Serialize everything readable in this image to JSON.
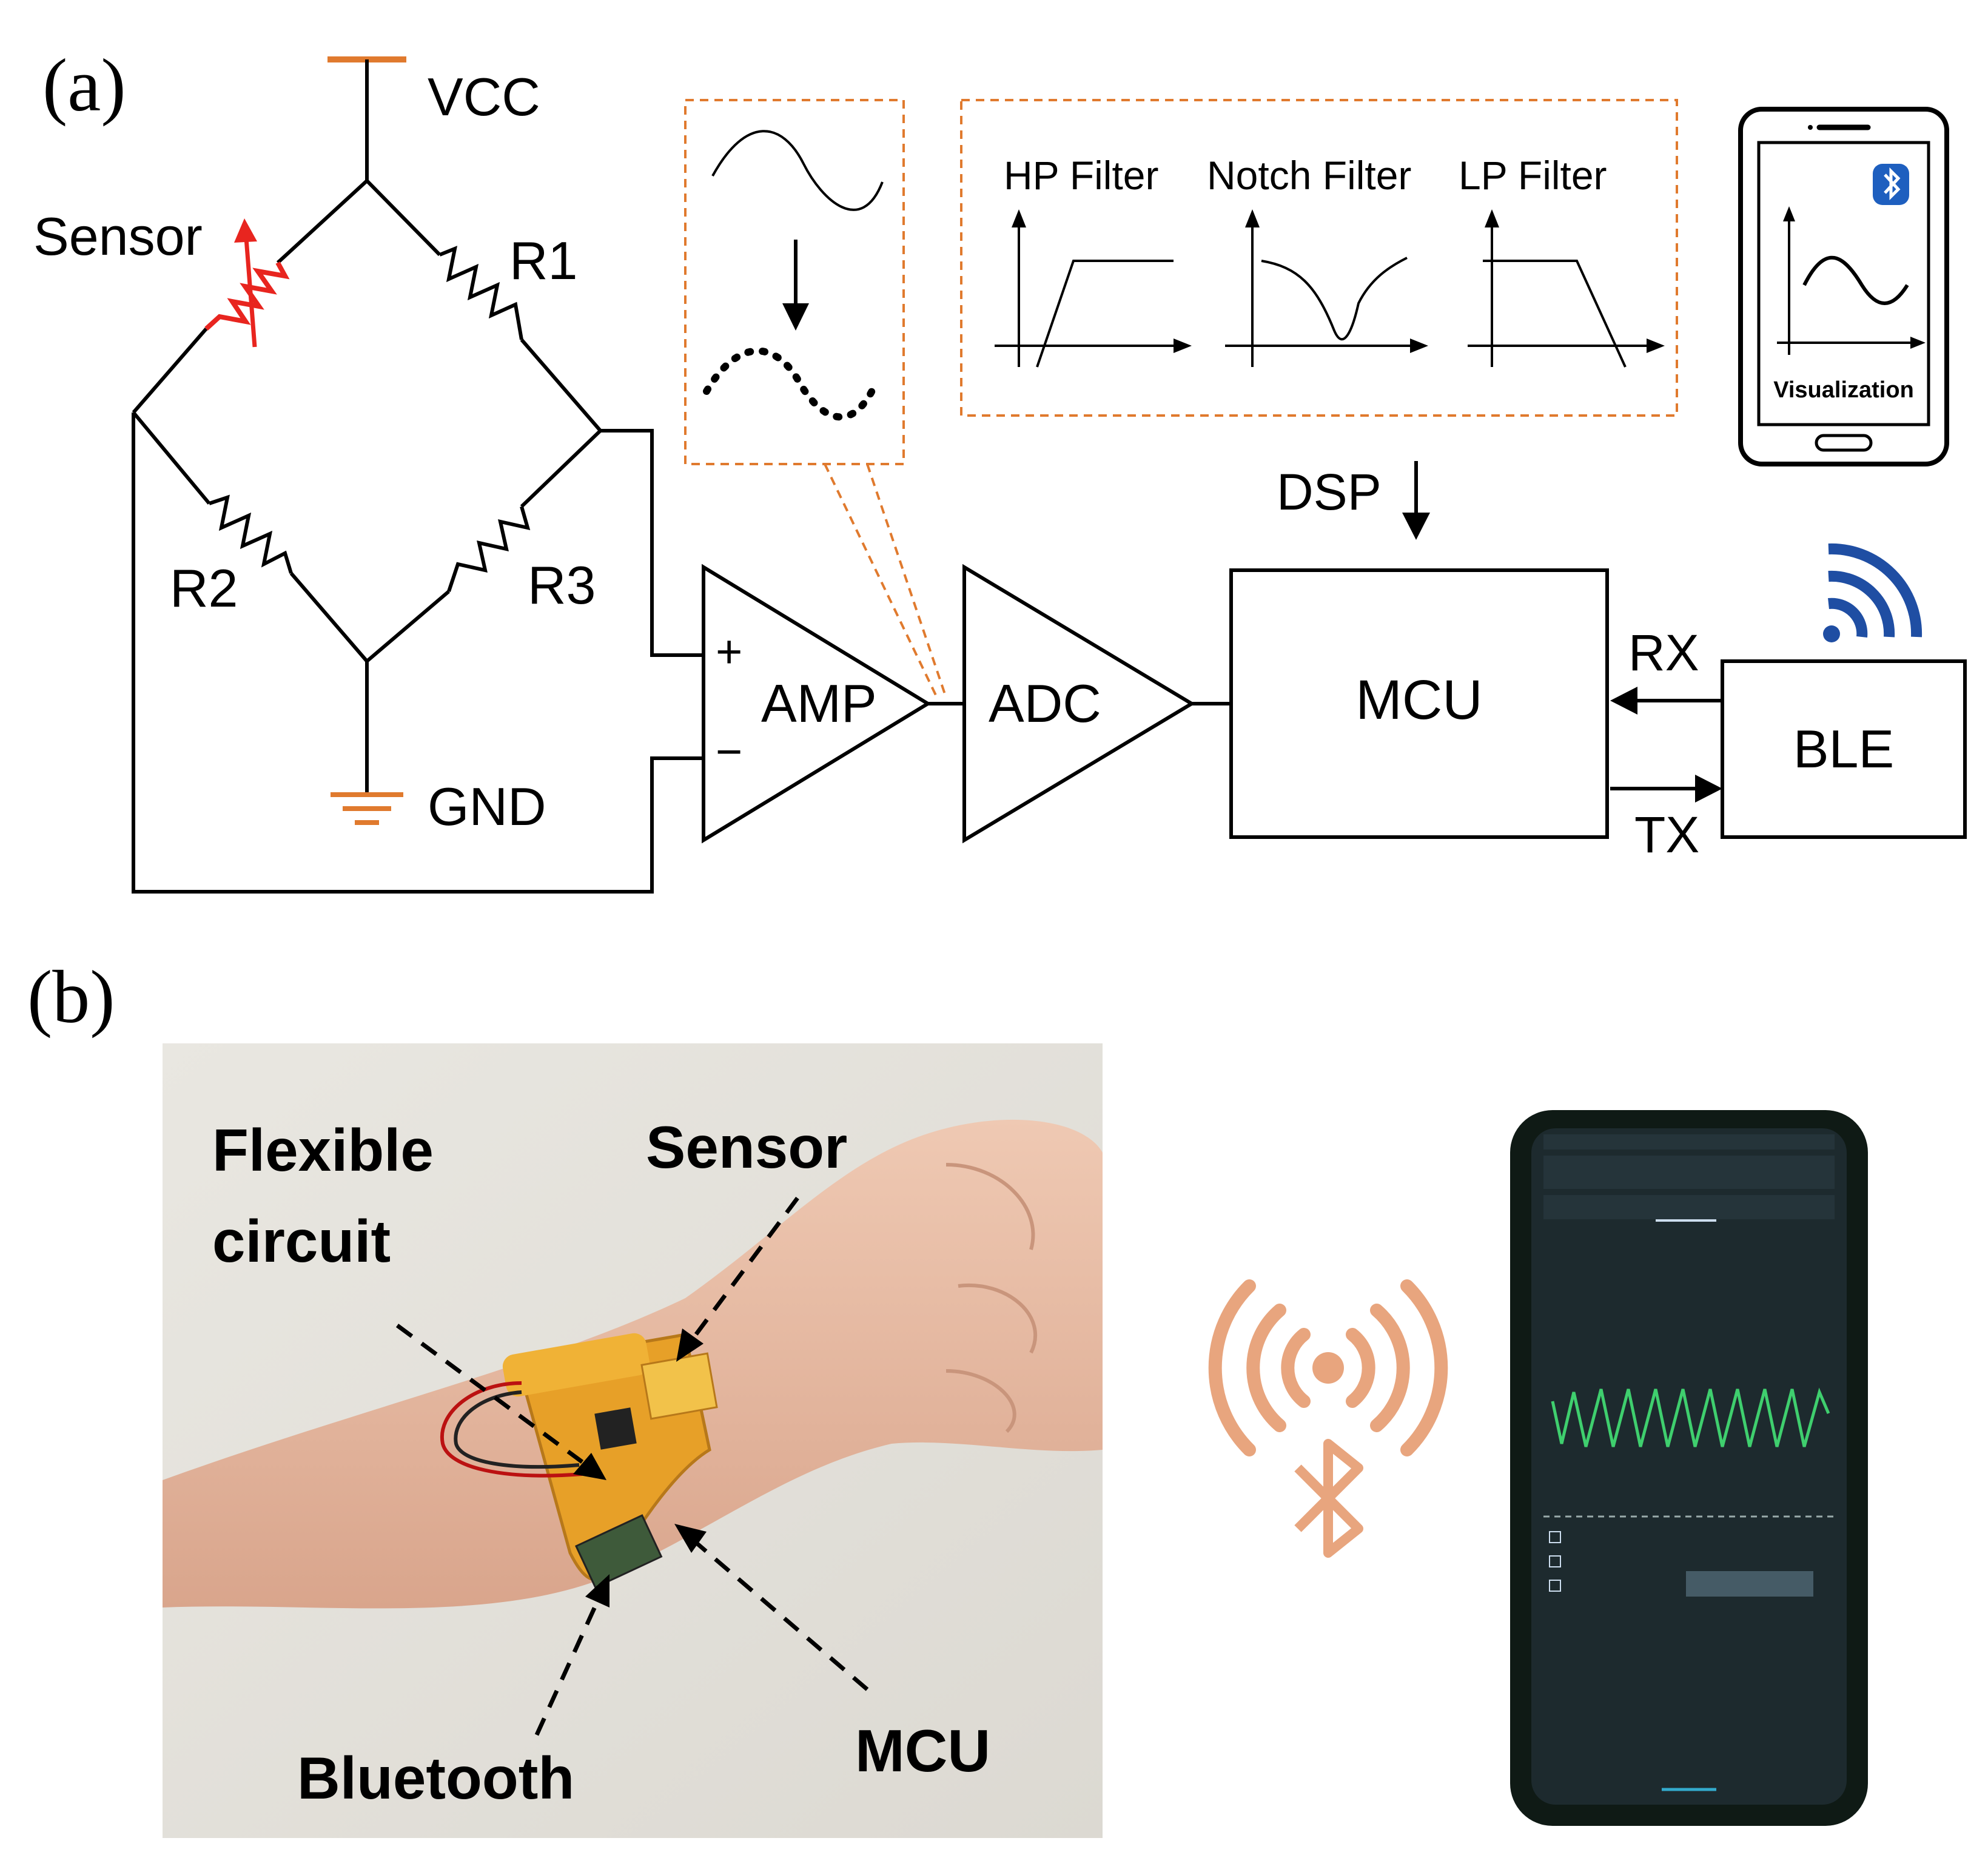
{
  "panel_a": {
    "label": "(a)",
    "circuit": {
      "vcc": "VCC",
      "gnd": "GND",
      "sensor": "Sensor",
      "r1": "R1",
      "r2": "R2",
      "r3": "R3"
    },
    "amp": {
      "label": "AMP",
      "plus": "+",
      "minus": "−"
    },
    "adc": "ADC",
    "mcu": "MCU",
    "ble": "BLE",
    "rx": "RX",
    "tx": "TX",
    "dsp": "DSP",
    "filters": {
      "hp": "HP Filter",
      "notch": "Notch Filter",
      "lp": "LP Filter"
    },
    "phone": {
      "visualization": "Visualization"
    },
    "colors": {
      "orange": "#e07a2e",
      "sensor_red": "#e8251f",
      "ble_blue": "#1f4ea3",
      "bt_badge": "#1e5fbf"
    }
  },
  "panel_b": {
    "label": "(b)",
    "photo_labels": {
      "flexible_circuit_1": "Flexible",
      "flexible_circuit_2": "circuit",
      "sensor": "Sensor",
      "bluetooth": "Bluetooth",
      "mcu": "MCU"
    },
    "colors": {
      "bt_signal": "#e8a57e",
      "screen_wave": "#3fcf6e"
    }
  }
}
